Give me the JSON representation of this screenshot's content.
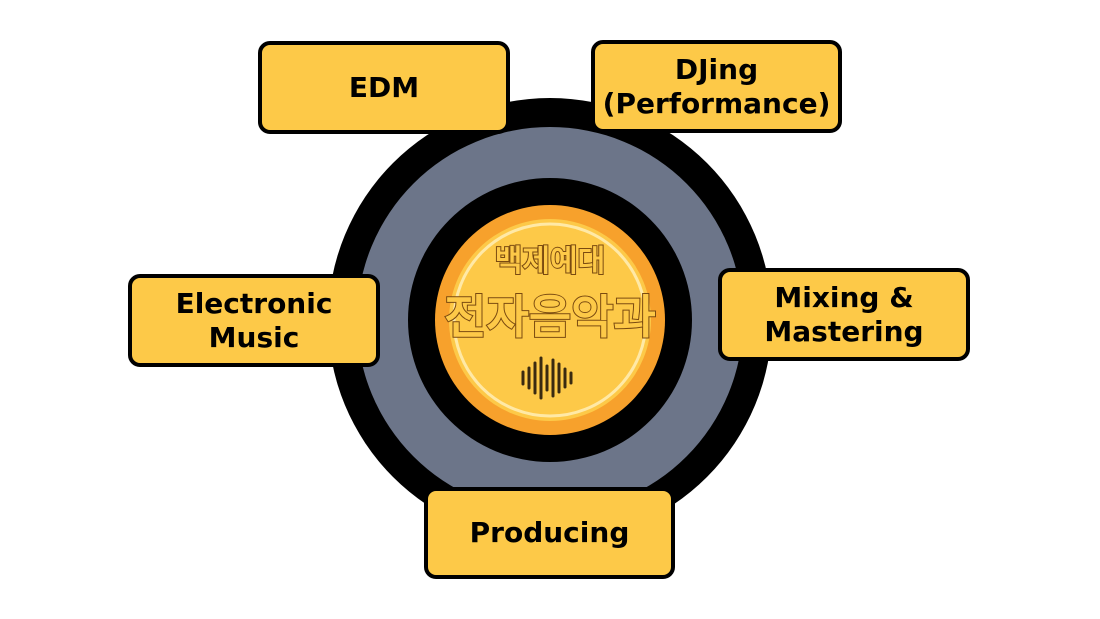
{
  "center": {
    "top_text": "백제예대",
    "main_text": "전자음악과",
    "icon": "sound-wave-icon"
  },
  "labels": {
    "edm": "EDM",
    "djing": "DJing\n(Performance)",
    "electronic_music": "Electronic\nMusic",
    "mixing": "Mixing &\nMastering",
    "producing": "Producing"
  },
  "colors": {
    "outer_ring": "#000000",
    "gray_ring": "#6C7589",
    "inner_ring": "#000000",
    "orange_disc": "#F7A12C",
    "yellow_disc": "#FDC948",
    "box_fill": "#FDC948"
  }
}
